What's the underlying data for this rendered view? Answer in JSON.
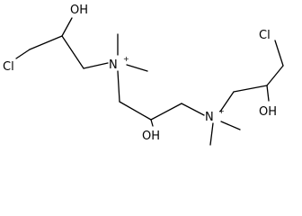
{
  "molecule": {
    "atoms": {
      "oh_top": "OH",
      "cl_left": "Cl",
      "n_left": "N",
      "n_left_charge": "+",
      "oh_middle": "OH",
      "n_right": "N",
      "n_right_charge": "+",
      "cl_right": "Cl",
      "oh_right": "OH"
    }
  }
}
